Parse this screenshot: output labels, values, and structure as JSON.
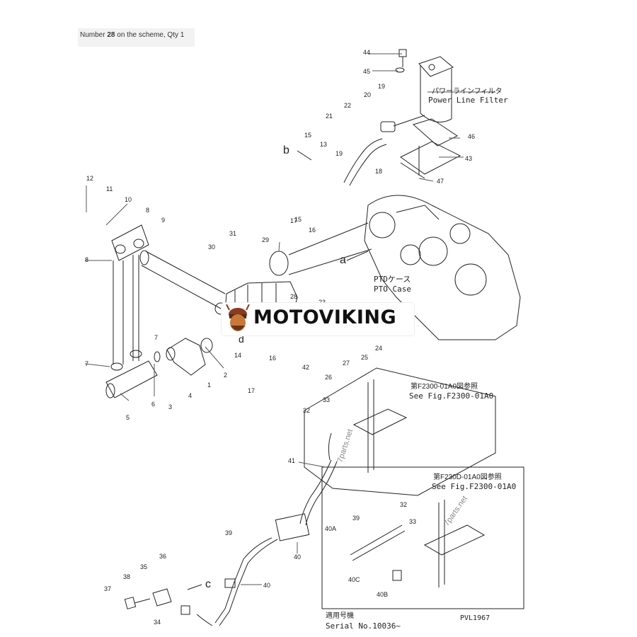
{
  "caption": {
    "prefix": "Number ",
    "number": "28",
    "suffix": " on the scheme, Qty 1"
  },
  "brand": {
    "name": "MOTOVIKING"
  },
  "labels": {
    "power_line_filter_jp": "パワーラインフィルタ",
    "power_line_filter_en": "Power Line Filter",
    "pto_case_jp": "PTDケース",
    "pto_case_en": "PTO Case",
    "see_fig_jp_1": "第F2300-01A0図参照",
    "see_fig_en_1": "See Fig.F2300-01A0",
    "see_fig_jp_2": "第F230D-01A0図参照",
    "see_fig_en_2": "See Fig.F2300-01A0",
    "serial_jp": "適用号機",
    "serial_en": "Serial No.10036~",
    "drawing_code": "PVL1967",
    "watermark": "7parts.net"
  },
  "ref_letters": {
    "a": "a",
    "b": "b",
    "c": "c",
    "d": "d"
  },
  "callouts": [
    "1",
    "2",
    "3",
    "4",
    "5",
    "6",
    "7",
    "7",
    "8",
    "8",
    "9",
    "10",
    "11",
    "12",
    "13",
    "14",
    "15",
    "15",
    "16",
    "16",
    "17",
    "17",
    "18",
    "19",
    "19",
    "20",
    "21",
    "22",
    "23",
    "24",
    "25",
    "26",
    "27",
    "28",
    "29",
    "30",
    "31",
    "32",
    "32",
    "33",
    "33",
    "34",
    "35",
    "36",
    "37",
    "38",
    "39",
    "39",
    "40",
    "40",
    "40A",
    "40B",
    "40C",
    "41",
    "42",
    "43",
    "44",
    "45",
    "46",
    "47"
  ],
  "colors": {
    "line": "#222222",
    "badge_bg": "#ffffff",
    "brand_text": "#111111",
    "mascot": "#8a3b1f"
  }
}
